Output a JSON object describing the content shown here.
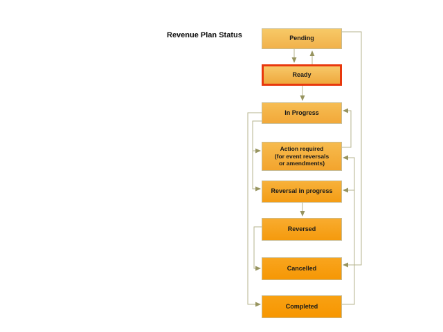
{
  "title": "Revenue Plan Status",
  "diagram": {
    "nodes": [
      {
        "id": "pending",
        "label": "Pending",
        "highlighted": false
      },
      {
        "id": "ready",
        "label": "Ready",
        "highlighted": true
      },
      {
        "id": "in-progress",
        "label": "In Progress",
        "highlighted": false
      },
      {
        "id": "action-required",
        "label": "Action required\n(for event reversals\nor amendments)",
        "highlighted": false
      },
      {
        "id": "reversal-in-progress",
        "label": "Reversal in progress",
        "highlighted": false
      },
      {
        "id": "reversed",
        "label": "Reversed",
        "highlighted": false
      },
      {
        "id": "cancelled",
        "label": "Cancelled",
        "highlighted": false
      },
      {
        "id": "completed",
        "label": "Completed",
        "highlighted": false
      }
    ],
    "edges": [
      {
        "from": "Pending",
        "to": "Ready"
      },
      {
        "from": "Ready",
        "to": "Pending"
      },
      {
        "from": "Ready",
        "to": "In Progress"
      },
      {
        "from": "Action required",
        "to": "In Progress"
      },
      {
        "from": "In Progress",
        "to": "Action required"
      },
      {
        "from": "In Progress",
        "to": "Reversal in progress"
      },
      {
        "from": "In Progress",
        "to": "Completed"
      },
      {
        "from": "Completed",
        "to": "Action required"
      },
      {
        "from": "Completed",
        "to": "Reversal in progress"
      },
      {
        "from": "Reversal in progress",
        "to": "Reversed"
      },
      {
        "from": "Reversed",
        "to": "Cancelled"
      },
      {
        "from": "Pending",
        "to": "Cancelled"
      }
    ],
    "colors": {
      "highlight_border": "#e8380d",
      "connector_line": "#b6b38c",
      "arrowhead": "#97945f",
      "node_fill_light": "#f7c967",
      "node_fill_dark": "#f79600",
      "text": "#191919",
      "background": "#ffffff"
    }
  }
}
